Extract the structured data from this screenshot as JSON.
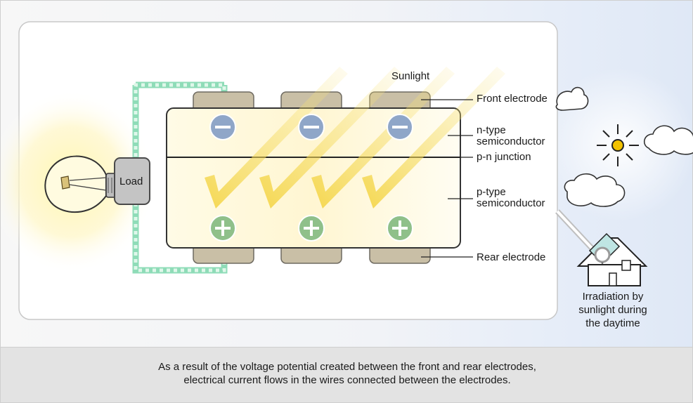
{
  "labels": {
    "sunlight": "Sunlight",
    "front_electrode": "Front electrode",
    "n_type_line1": "n-type",
    "n_type_line2": "semiconductor",
    "pn_junction": "p-n junction",
    "p_type_line1": "p-type",
    "p_type_line2": "semiconductor",
    "rear_electrode": "Rear electrode",
    "load": "Load",
    "irradiation_line1": "Irradiation by",
    "irradiation_line2": "sunlight during",
    "irradiation_line3": "the daytime"
  },
  "caption": {
    "line1": "As a result of the voltage potential created between the front and rear electrodes,",
    "line2": "electrical current flows in the wires connected between the electrodes."
  },
  "charges": {
    "negative_symbol": "−",
    "positive_symbol": "+"
  },
  "colors": {
    "electrode": "#c9bfa6",
    "wire": "#7fdcb0",
    "negative_charge": "#8fa6c8",
    "positive_charge": "#8fc08a",
    "sunlight_arrow": "#f1d640",
    "sun": "#f2c200",
    "bulb_glow": "#fff3a8"
  },
  "icons": [
    "light-bulb-icon",
    "sun-icon",
    "cloud-icon",
    "house-icon"
  ]
}
